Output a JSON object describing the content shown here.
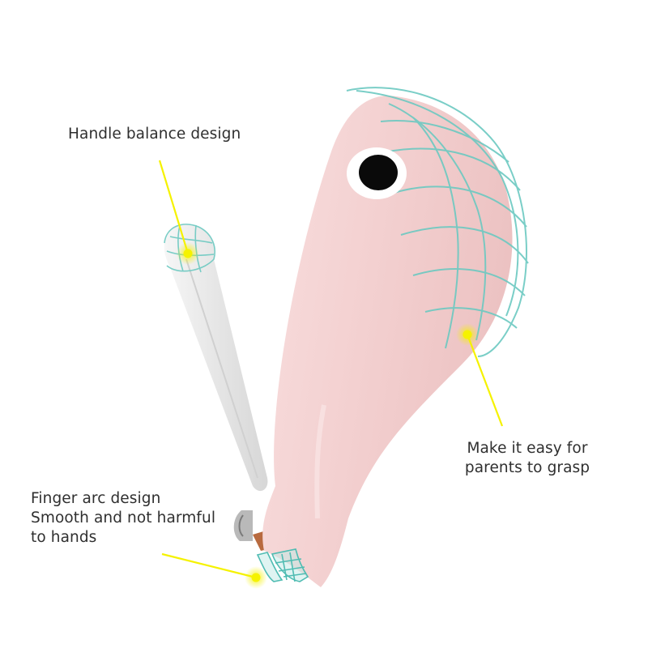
{
  "annotations": {
    "handle_balance": {
      "text": "Handle balance design"
    },
    "easy_grasp": {
      "lines": [
        "Make it easy for",
        "parents to grasp"
      ]
    },
    "finger_arc": {
      "lines": [
        "Finger arc design",
        "Smooth and not harmful",
        "to hands"
      ]
    }
  },
  "colors": {
    "background": "#ffffff",
    "body_pink": "#f2cfcf",
    "lever_white": "#ececec",
    "mesh_teal": "#6cc9c1",
    "pointer_yellow": "#f5f200",
    "eye_black": "#0a0a0a",
    "text": "#2f2f2f"
  },
  "icons": {
    "eye": "eye-icon",
    "pointer_dot": "yellow-dot-pointer"
  }
}
